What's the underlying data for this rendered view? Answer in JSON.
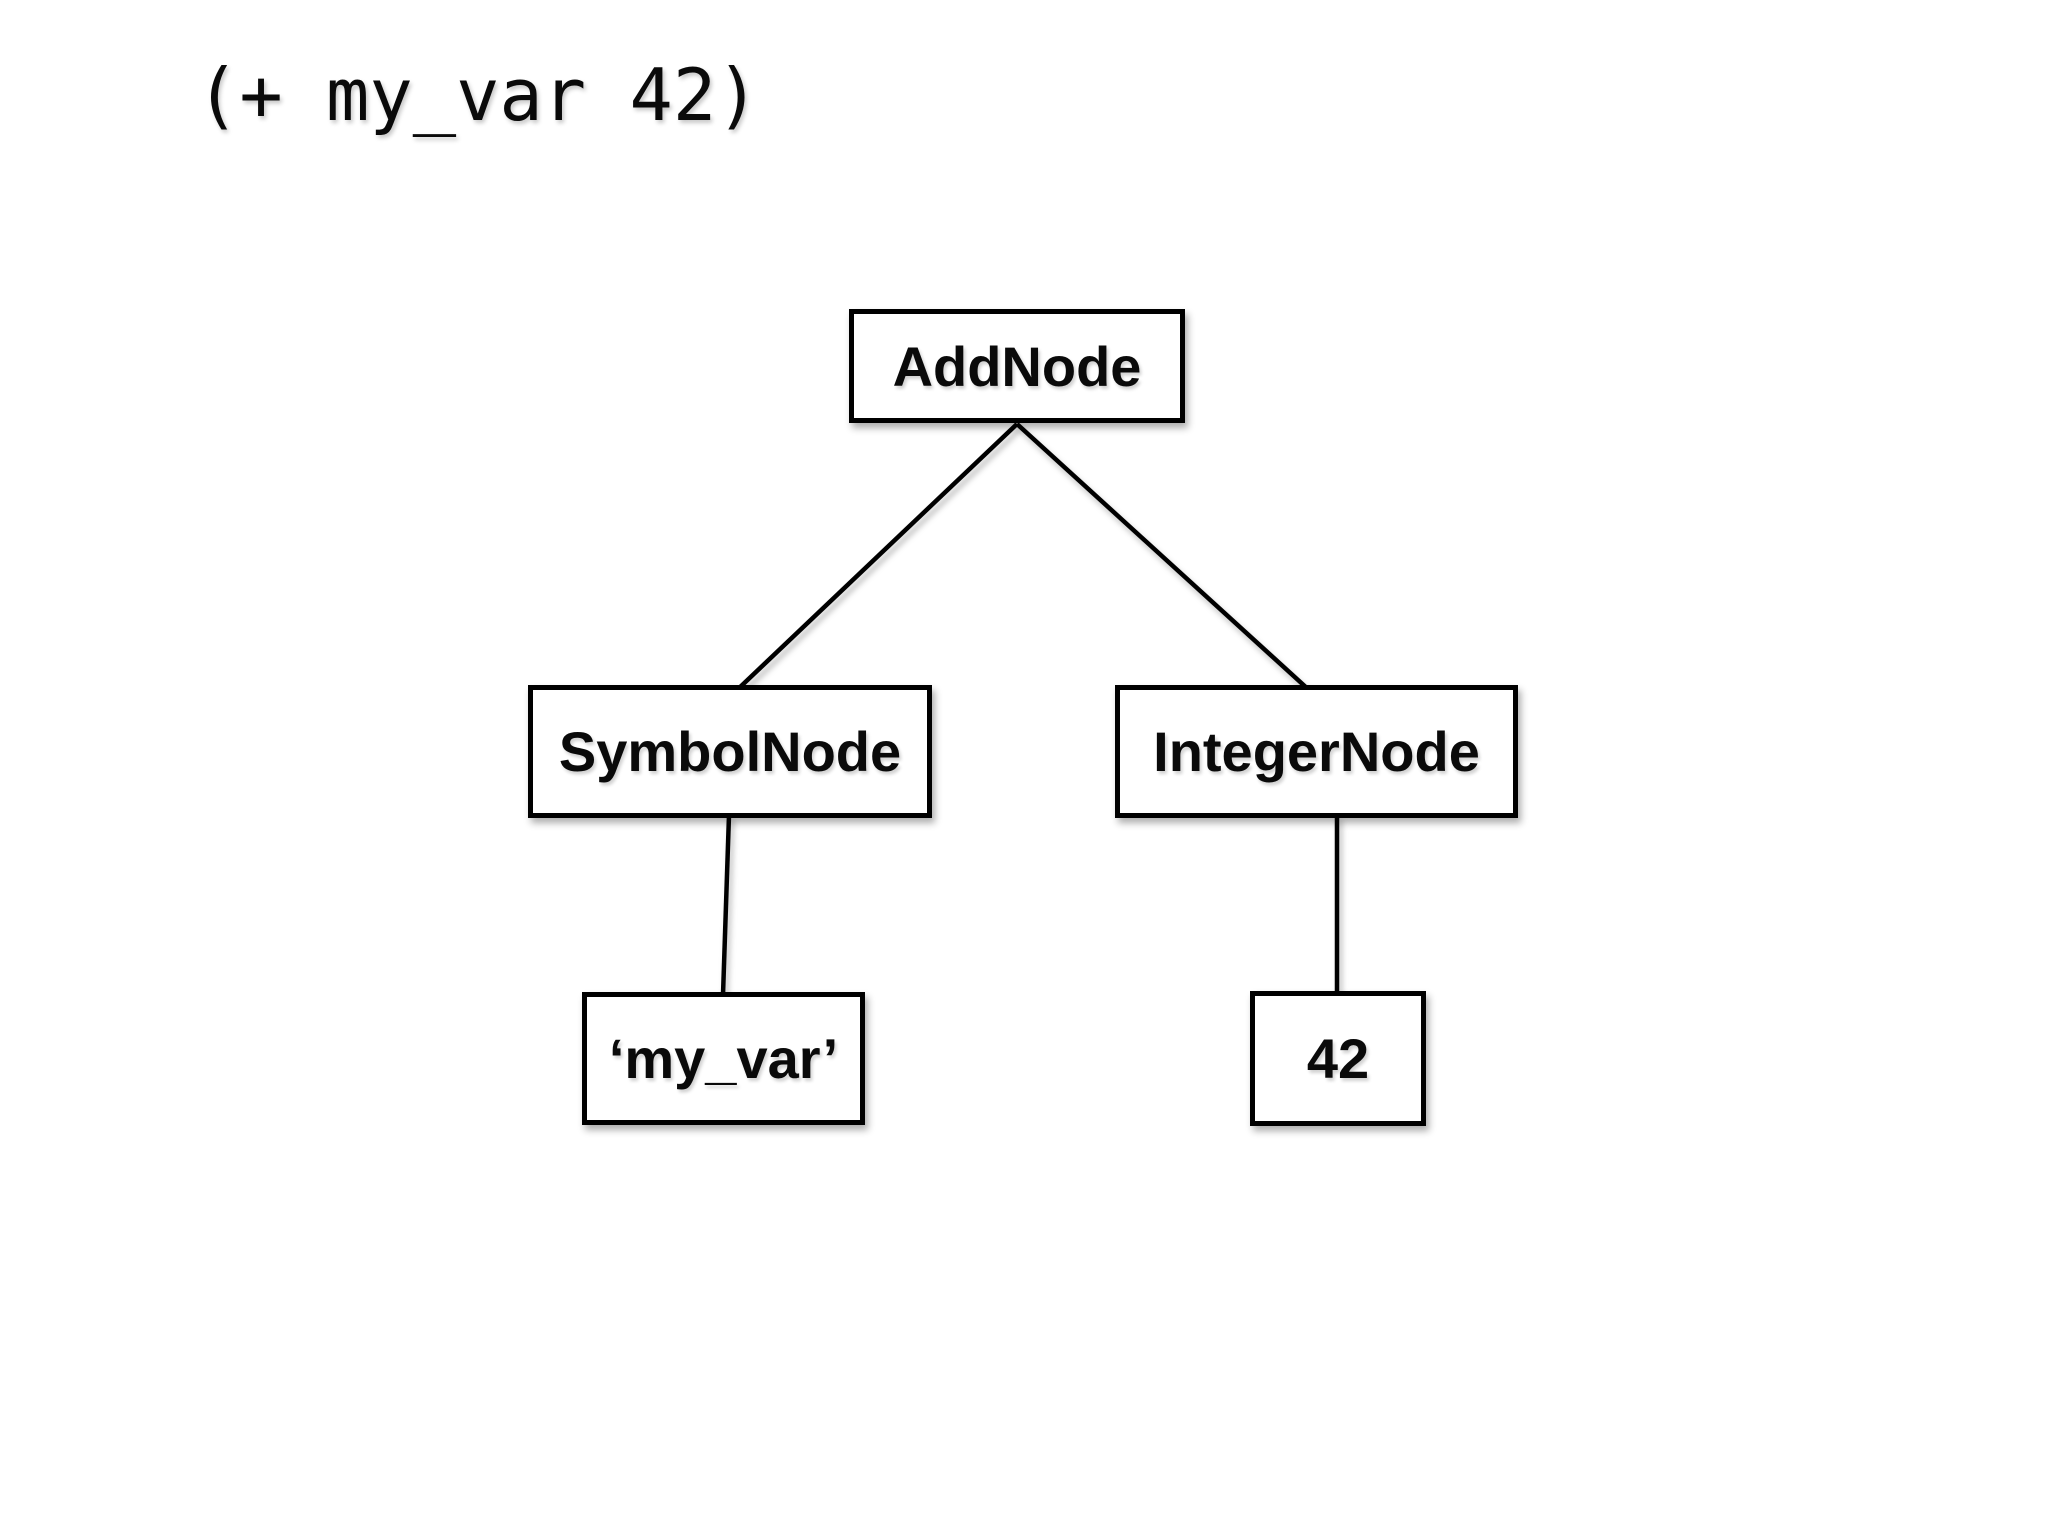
{
  "code_line": "(+ my_var 42)",
  "tree": {
    "nodes": {
      "add": {
        "label": "AddNode"
      },
      "symbol": {
        "label": "SymbolNode"
      },
      "integer": {
        "label": "IntegerNode"
      },
      "symbol_value": {
        "label": "‘my_var’"
      },
      "integer_value": {
        "label": "42"
      }
    },
    "edges": [
      {
        "from": "add",
        "to": "symbol"
      },
      {
        "from": "add",
        "to": "integer"
      },
      {
        "from": "symbol",
        "to": "symbol_value"
      },
      {
        "from": "integer",
        "to": "integer_value"
      }
    ]
  },
  "colors": {
    "background": "#ffffff",
    "box_fill": "#ffffff",
    "stroke": "#000000",
    "text": "#0a0a0a"
  }
}
